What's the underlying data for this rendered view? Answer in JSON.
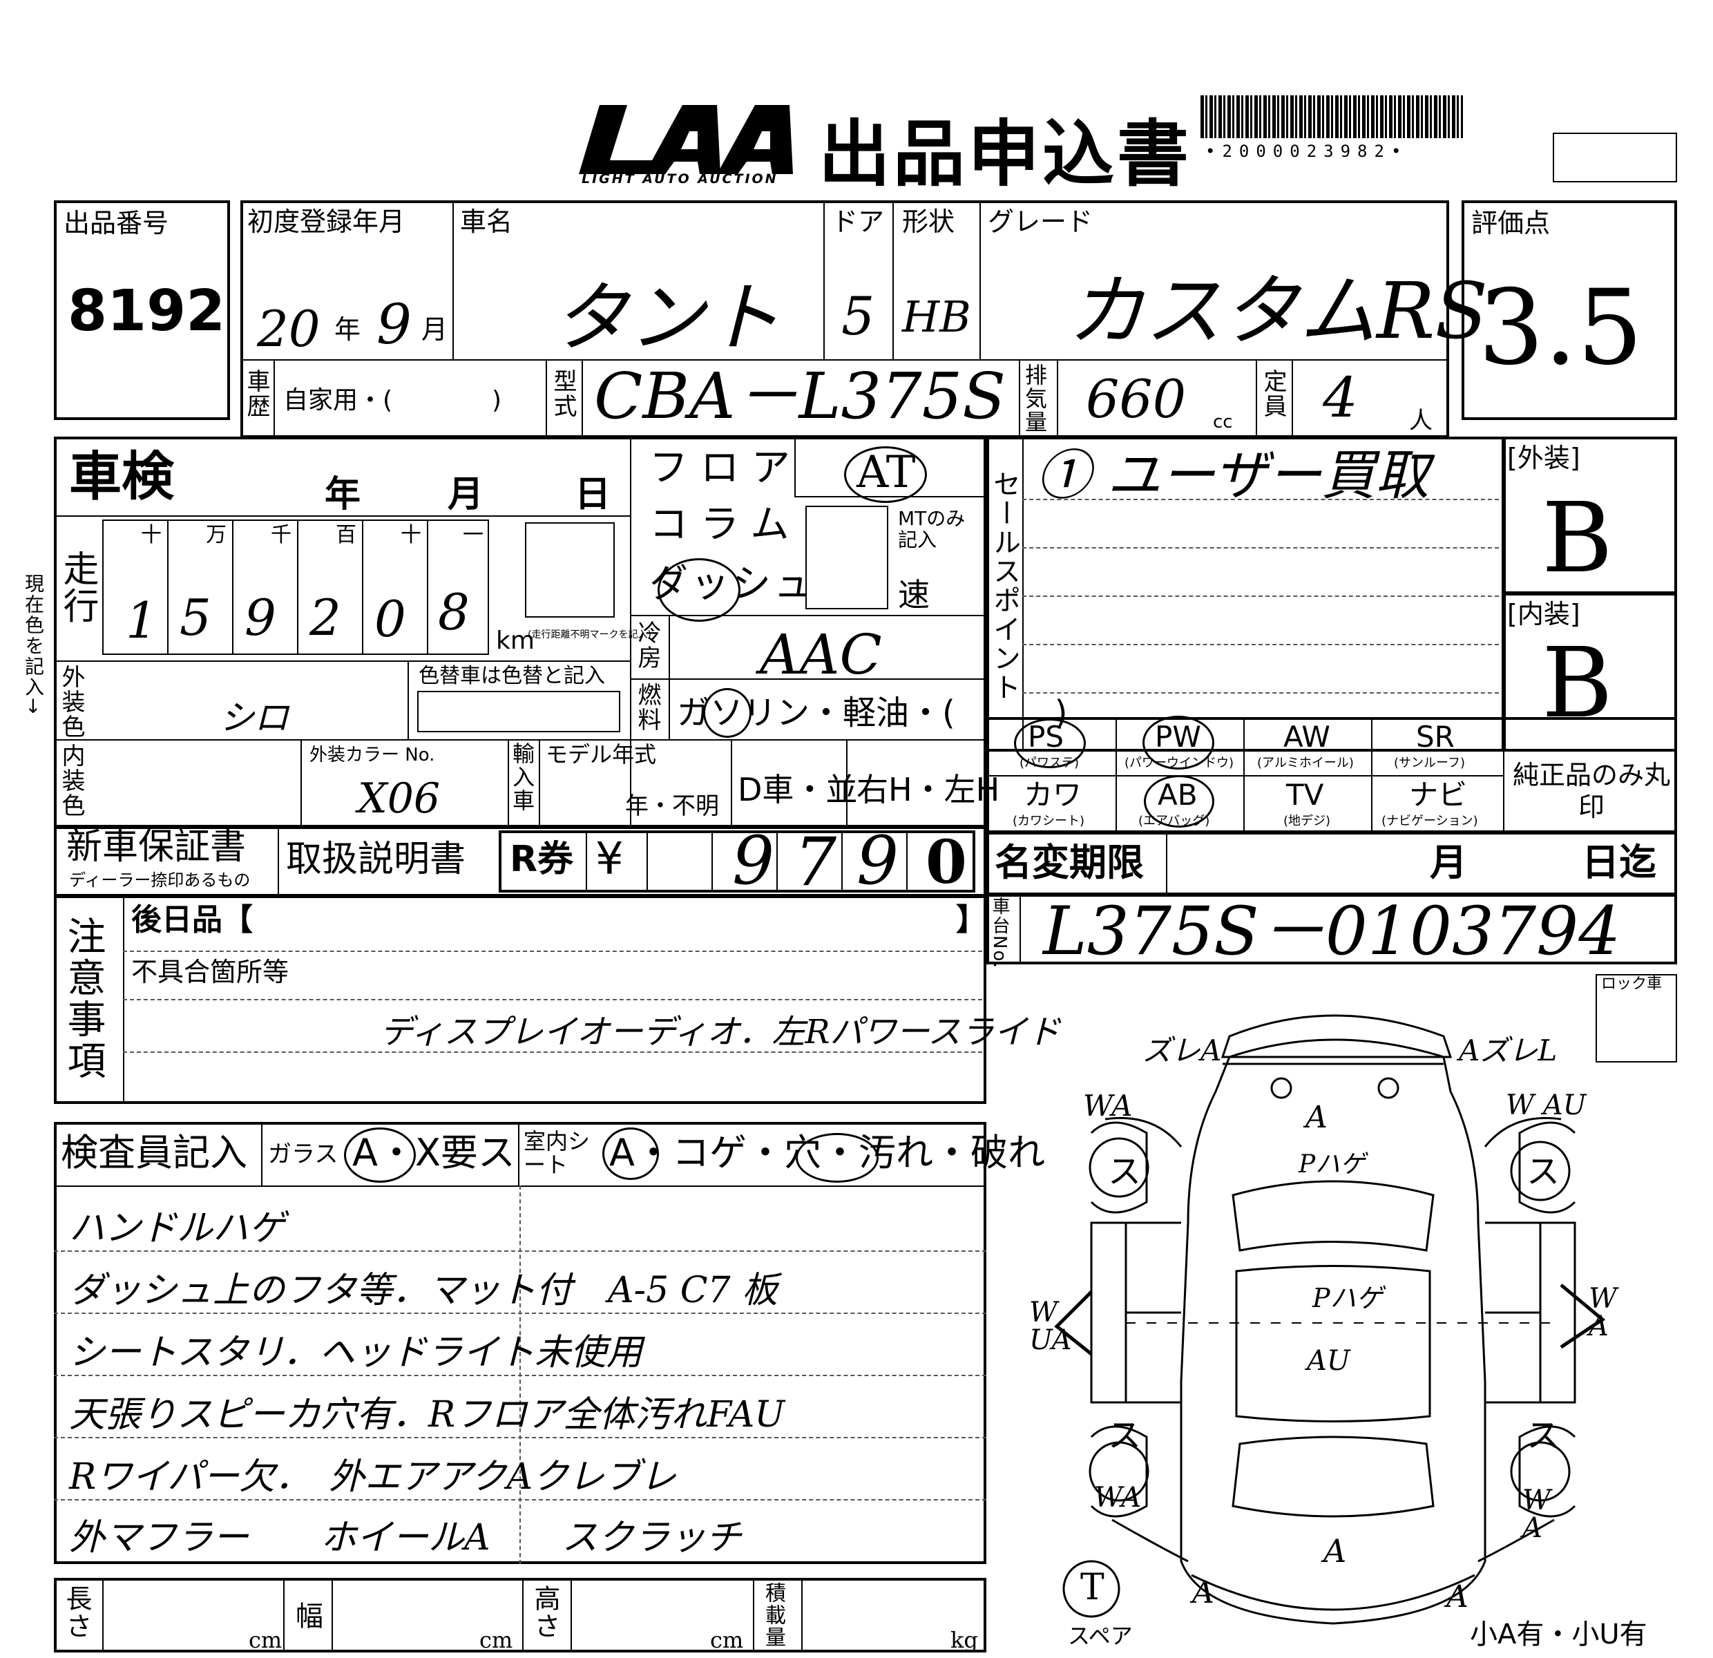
{
  "header": {
    "logo_text": "LAA",
    "logo_sub": "LIGHT AUTO AUCTION",
    "title": "出品申込書",
    "barcode_text": "•2000023982•"
  },
  "top": {
    "lot_label": "出品番号",
    "lot_number": "8192",
    "reg_label": "初度登録年月",
    "reg_year": "20",
    "reg_year_unit": "年",
    "reg_month": "9",
    "reg_month_unit": "月",
    "car_name_label": "車名",
    "car_name": "タント",
    "door_label": "ドア",
    "door": "5",
    "shape_label": "形状",
    "shape": "HB",
    "grade_label": "グレード",
    "grade": "カスタムRS",
    "score_label": "評価点",
    "score": "3.5",
    "history_label": "車歴",
    "history_text": "自家用・(　　　　)",
    "model_label": "型式",
    "model": "CBA－L375S",
    "displacement_label": "排気量",
    "displacement": "660",
    "cc": "cc",
    "capacity_label": "定員",
    "capacity": "4",
    "person_unit": "人"
  },
  "shaken": {
    "label": "車検",
    "year": "年",
    "month": "月",
    "day": "日",
    "mileage_label": "走行",
    "digit_headers": [
      "十",
      "万",
      "千",
      "百",
      "十",
      "一"
    ],
    "digits": [
      "1",
      "5",
      "9",
      "2",
      "0",
      "8"
    ],
    "km": "km",
    "km_note": "(走行距離不明マークを記入)",
    "exterior_color_label": "外装色",
    "exterior_color": "シロ",
    "color_change_label": "色替車は色替と記入",
    "interior_color_label": "内装色",
    "color_no_label": "外装カラー No.",
    "color_no": "X06",
    "import_label": "輸入車",
    "model_year_label": "モデル年式",
    "model_year_unit": "年・不明",
    "dealer": "D車・並",
    "handle": "右H・左H",
    "floor": "フロア",
    "column": "コラム",
    "dash": "ダッシュ",
    "shift_value": "AT",
    "mt_note": "MTのみ記入",
    "speed": "速",
    "ac_label": "冷房",
    "ac_value": "AAC",
    "fuel_label": "燃料",
    "fuel_text": "ガソリン・軽油・(　　　)",
    "warranty_label": "新車保証書",
    "warranty_note": "ディーラー捺印あるもの",
    "manual_label": "取扱説明書",
    "recycle_label": "R券",
    "yen": "¥",
    "recycle_digits": [
      "9",
      "7",
      "9",
      "0"
    ]
  },
  "sales_point": {
    "label": "セールスポイント",
    "text": "① ユーザー買取"
  },
  "exterior_grade": {
    "label": "[外装]",
    "value": "B"
  },
  "interior_grade": {
    "label": "[内装]",
    "value": "B"
  },
  "options": {
    "items": [
      {
        "name": "PS",
        "sub": "(パワステ)"
      },
      {
        "name": "PW",
        "sub": "(パワーウインドウ)"
      },
      {
        "name": "AW",
        "sub": "(アルミホイール)"
      },
      {
        "name": "SR",
        "sub": "(サンルーフ)"
      },
      {
        "name": "カワ",
        "sub": "(カワシート)"
      },
      {
        "name": "AB",
        "sub": "(エアバッグ)"
      },
      {
        "name": "TV",
        "sub": "(地デジ)"
      },
      {
        "name": "ナビ",
        "sub": "(ナビゲーション)"
      }
    ],
    "genuine_note": "純正品のみ丸印"
  },
  "name_change": {
    "label": "名変期限",
    "month": "月",
    "until": "日迄"
  },
  "chassis": {
    "label": "車台No.",
    "value": "L375S－0103794"
  },
  "notes": {
    "label": "注意事項",
    "later_items": "後日品【",
    "bracket_close": "】",
    "defects_label": "不具合箇所等",
    "defects_text": "ディスプレイオーディオ．左Rパワースライド"
  },
  "inspector": {
    "label": "検査員記入",
    "glass_label": "ガラス",
    "glass_text": "A・X要ス",
    "seat_label": "室内シート",
    "seat_text": "A・コゲ・穴・汚れ・破れ",
    "lines": [
      "ハンドルハゲ",
      "ダッシュ上のフタ等．マット付　A-5 C7 板",
      "シートスタリ．ヘッドライト未使用",
      "天張りスピーカ穴有．Rフロア全体汚れFAU",
      "Rワイパー欠．　外エアアクAクレブレ",
      "外マフラー　　ホイールA　　スクラッチ"
    ]
  },
  "dimensions": {
    "length": "長さ",
    "width": "幅",
    "height": "高さ",
    "load": "積載量",
    "cm": "cm",
    "kg": "kg"
  },
  "diagram": {
    "lock_label": "ロック車",
    "spare": "スペア",
    "footer": "小A有・小U有",
    "marks": [
      "ズレA",
      "AズレL",
      "WA",
      "W AU",
      "A",
      "Pハゲ",
      "Pハゲ",
      "AU",
      "W UA",
      "W A",
      "WA",
      "W A",
      "A",
      "A",
      "A"
    ],
    "tire": "ス",
    "spare_tire": "T"
  },
  "side_note": "現在色を記入→"
}
